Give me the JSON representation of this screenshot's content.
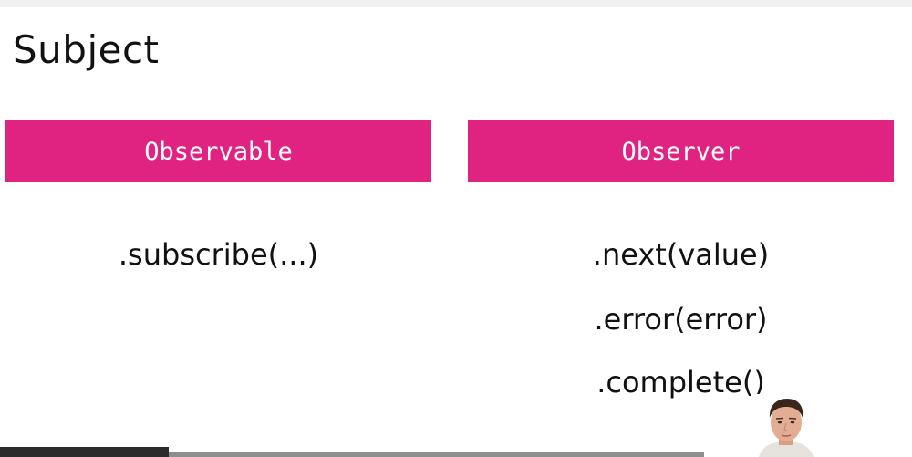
{
  "slide": {
    "title": "Subject",
    "columns": [
      {
        "header": "Observable",
        "methods": [
          ".subscribe(...)"
        ]
      },
      {
        "header": "Observer",
        "methods": [
          ".next(value)",
          ".error(error)",
          ".complete()"
        ]
      }
    ]
  },
  "player": {
    "progress_fraction": 0.24
  },
  "colors": {
    "header_background": "#e02380",
    "header_text": "#ffffff",
    "body_text": "#111111"
  },
  "icons": {
    "presenter": "presenter-webcam"
  }
}
